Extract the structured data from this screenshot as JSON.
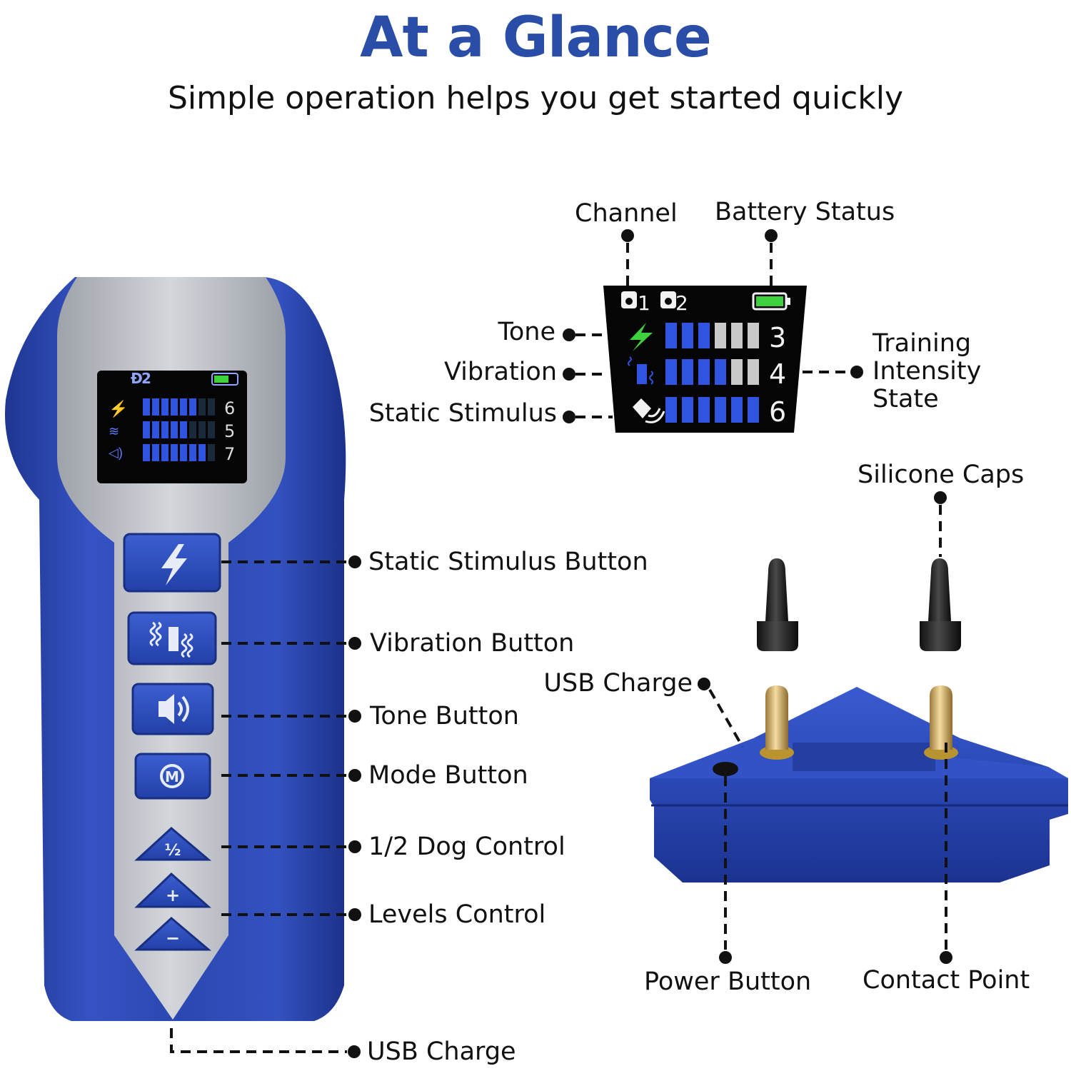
{
  "header": {
    "title": "At a Glance",
    "subtitle": "Simple operation helps you get started quickly"
  },
  "colors": {
    "brand_blue": "#2a4ea7",
    "device_blue": "#2b47b0",
    "panel_silver": "#b9bcc2",
    "screen_black": "#050505",
    "battery_green": "#3ed13e"
  },
  "display": {
    "channel_1": "1",
    "channel_2": "2",
    "rows": [
      {
        "mode": "static",
        "value": "3"
      },
      {
        "mode": "vibration",
        "value": "4"
      },
      {
        "mode": "tone",
        "value": "6"
      }
    ],
    "labels": {
      "channel": "Channel",
      "battery_status": "Battery Status",
      "tone": "Tone",
      "vibration": "Vibration",
      "static_stimulus": "Static Stimulus",
      "training_intensity_line1": "Training",
      "training_intensity_line2": "Intensity",
      "training_intensity_line3": "State"
    }
  },
  "remote": {
    "screen_channel": "2",
    "screen_values": [
      "6",
      "5",
      "7"
    ],
    "labels": {
      "static_stimulus_button": "Static Stimulus Button",
      "vibration_button": "Vibration Button",
      "tone_button": "Tone Button",
      "mode_button": "Mode Button",
      "dog_control": "1/2 Dog Control",
      "levels_control": "Levels Control",
      "usb_charge": "USB Charge"
    },
    "buttons": {
      "half": "½",
      "plus": "+",
      "minus": "−",
      "mode": "M"
    }
  },
  "receiver": {
    "labels": {
      "silicone_caps": "Silicone Caps",
      "usb_charge": "USB Charge",
      "power_button": "Power Button",
      "contact_point": "Contact Point"
    }
  },
  "icons": [
    "lightning-icon",
    "vibration-icon",
    "speaker-icon",
    "mode-m-icon",
    "paw-icon",
    "battery-icon"
  ]
}
